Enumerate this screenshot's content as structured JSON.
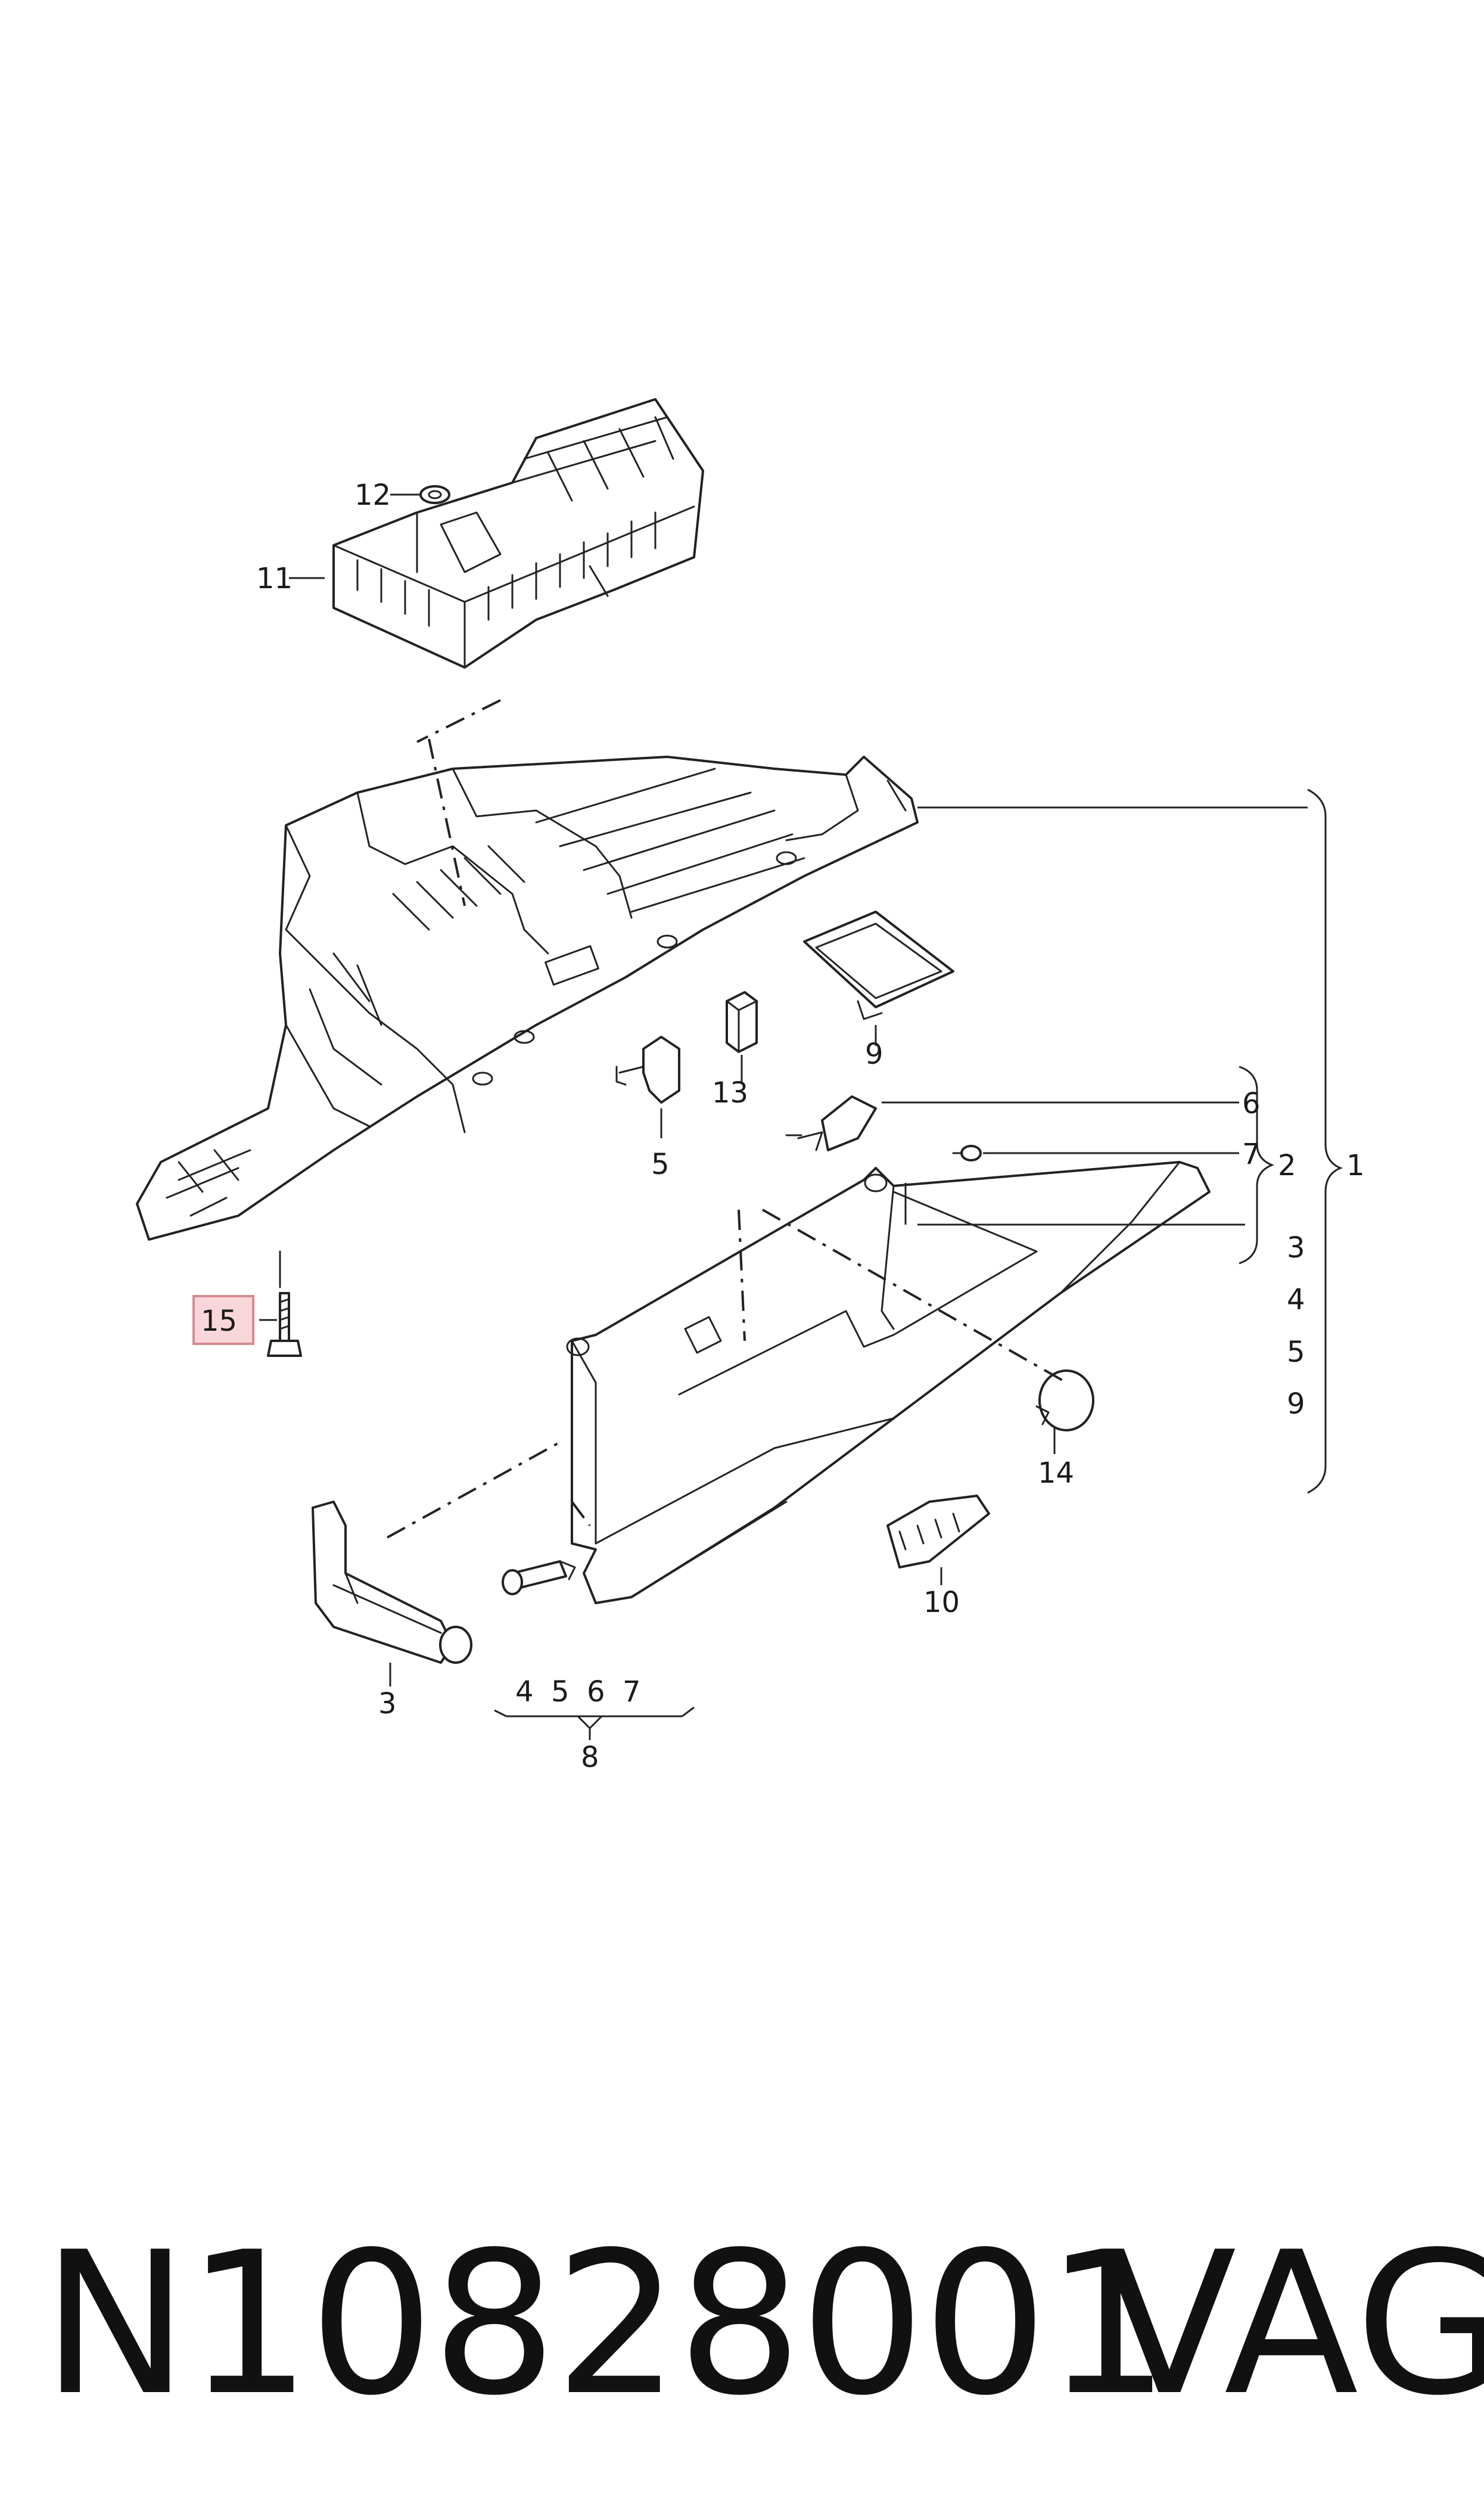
{
  "callouts": {
    "c1": "1",
    "c2": "2",
    "c3_bracket": "3",
    "c4_bracket": "4",
    "c5_bracket": "5",
    "c9_bracket": "9",
    "c3": "3",
    "c4": "4",
    "c5_group": "5",
    "c6_group": "6",
    "c7_group": "7",
    "c8": "8",
    "c5": "5",
    "c6": "6",
    "c7": "7",
    "c9": "9",
    "c10": "10",
    "c11": "11",
    "c12": "12",
    "c13": "13",
    "c14": "14",
    "c15": "15"
  },
  "highlight": {
    "label": "15",
    "fill": "#f8d7da",
    "stroke": "#d88a92"
  },
  "footer": {
    "part_number": "N10828001",
    "brand": "VAG"
  }
}
